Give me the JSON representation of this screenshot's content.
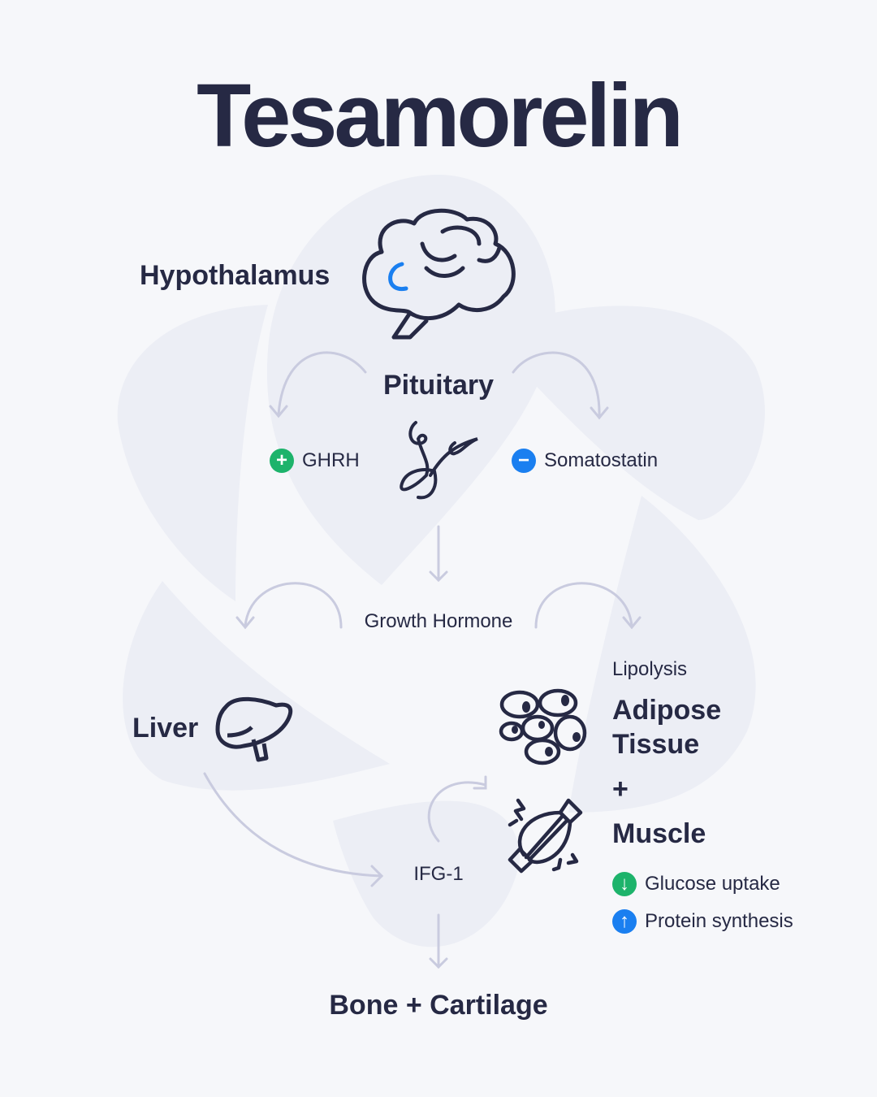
{
  "title": "Tesamorelin",
  "nodes": {
    "hypothalamus": "Hypothalamus",
    "pituitary": "Pituitary",
    "ghrh": "GHRH",
    "somatostatin": "Somatostatin",
    "growth_hormone": "Growth Hormone",
    "liver": "Liver",
    "lipolysis": "Lipolysis",
    "adipose_tissue_line1": "Adipose",
    "adipose_tissue_line2": "Tissue",
    "plus": "+",
    "muscle": "Muscle",
    "igf": "IFG-1",
    "bone_cartilage": "Bone + Cartilage"
  },
  "effects": [
    {
      "label": "Glucose uptake",
      "direction": "down",
      "color": "#1db36b"
    },
    {
      "label": "Protein synthesis",
      "direction": "up",
      "color": "#1a7ff0"
    }
  ],
  "badges": {
    "ghrh_symbol": "+",
    "somatostatin_symbol": "−"
  },
  "colors": {
    "text": "#262944",
    "arrow": "#c9cbdf",
    "green": "#1db36b",
    "blue": "#1a7ff0",
    "shape": "#eceef5"
  }
}
